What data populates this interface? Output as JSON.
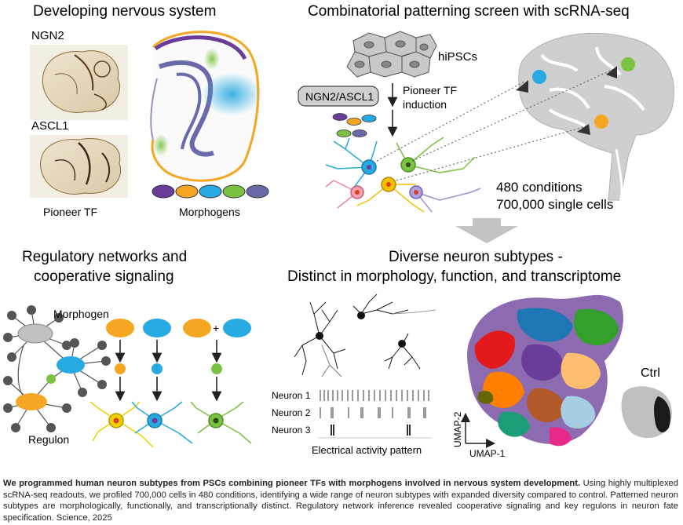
{
  "panels": {
    "developing": {
      "title": "Developing nervous system",
      "ngn2": "NGN2",
      "ascl1": "ASCL1",
      "pioneer_tf": "Pioneer TF",
      "morphogens": "Morphogens"
    },
    "screen": {
      "title": "Combinatorial patterning screen with scRNA-seq",
      "hipscs": "hiPSCs",
      "tf_box": "NGN2/ASCL1",
      "induction_line1": "Pioneer TF",
      "induction_line2": "induction",
      "conditions": "480 conditions",
      "cells": "700,000 single cells"
    },
    "regulatory": {
      "title_line1": "Regulatory networks and",
      "title_line2": "cooperative signaling",
      "morphogen": "Morphogen",
      "regulon": "Regulon"
    },
    "diverse": {
      "title_line1": "Diverse neuron subtypes -",
      "title_line2": "Distinct in morphology, function, and transcriptome",
      "neuron1": "Neuron 1",
      "neuron2": "Neuron 2",
      "neuron3": "Neuron 3",
      "activity": "Electrical activity pattern",
      "umap1": "UMAP-1",
      "umap2": "UMAP-2",
      "ctrl": "Ctrl"
    }
  },
  "caption": {
    "bold": "We programmed human neuron subtypes from PSCs combining pioneer TFs with morphogens involved in nervous system development.",
    "rest": " Using highly multiplexed scRNA-seq readouts, we profiled 700,000 cells in 480 conditions, identifying a wide range of neuron subtypes with expanded diversity compared to control. Patterned neuron subtypes are morphologically, functionally, and transcriptionally distinct. Regulatory network inference revealed cooperative signaling and key regulons in neuron fate specification. Science, 2025"
  },
  "colors": {
    "purple": "#6a3d9a",
    "orange": "#f5a623",
    "blue": "#27a9e1",
    "green": "#7cc242",
    "slate": "#6a6aaa",
    "gray": "#b8b8b8",
    "yellow": "#f0d000"
  }
}
